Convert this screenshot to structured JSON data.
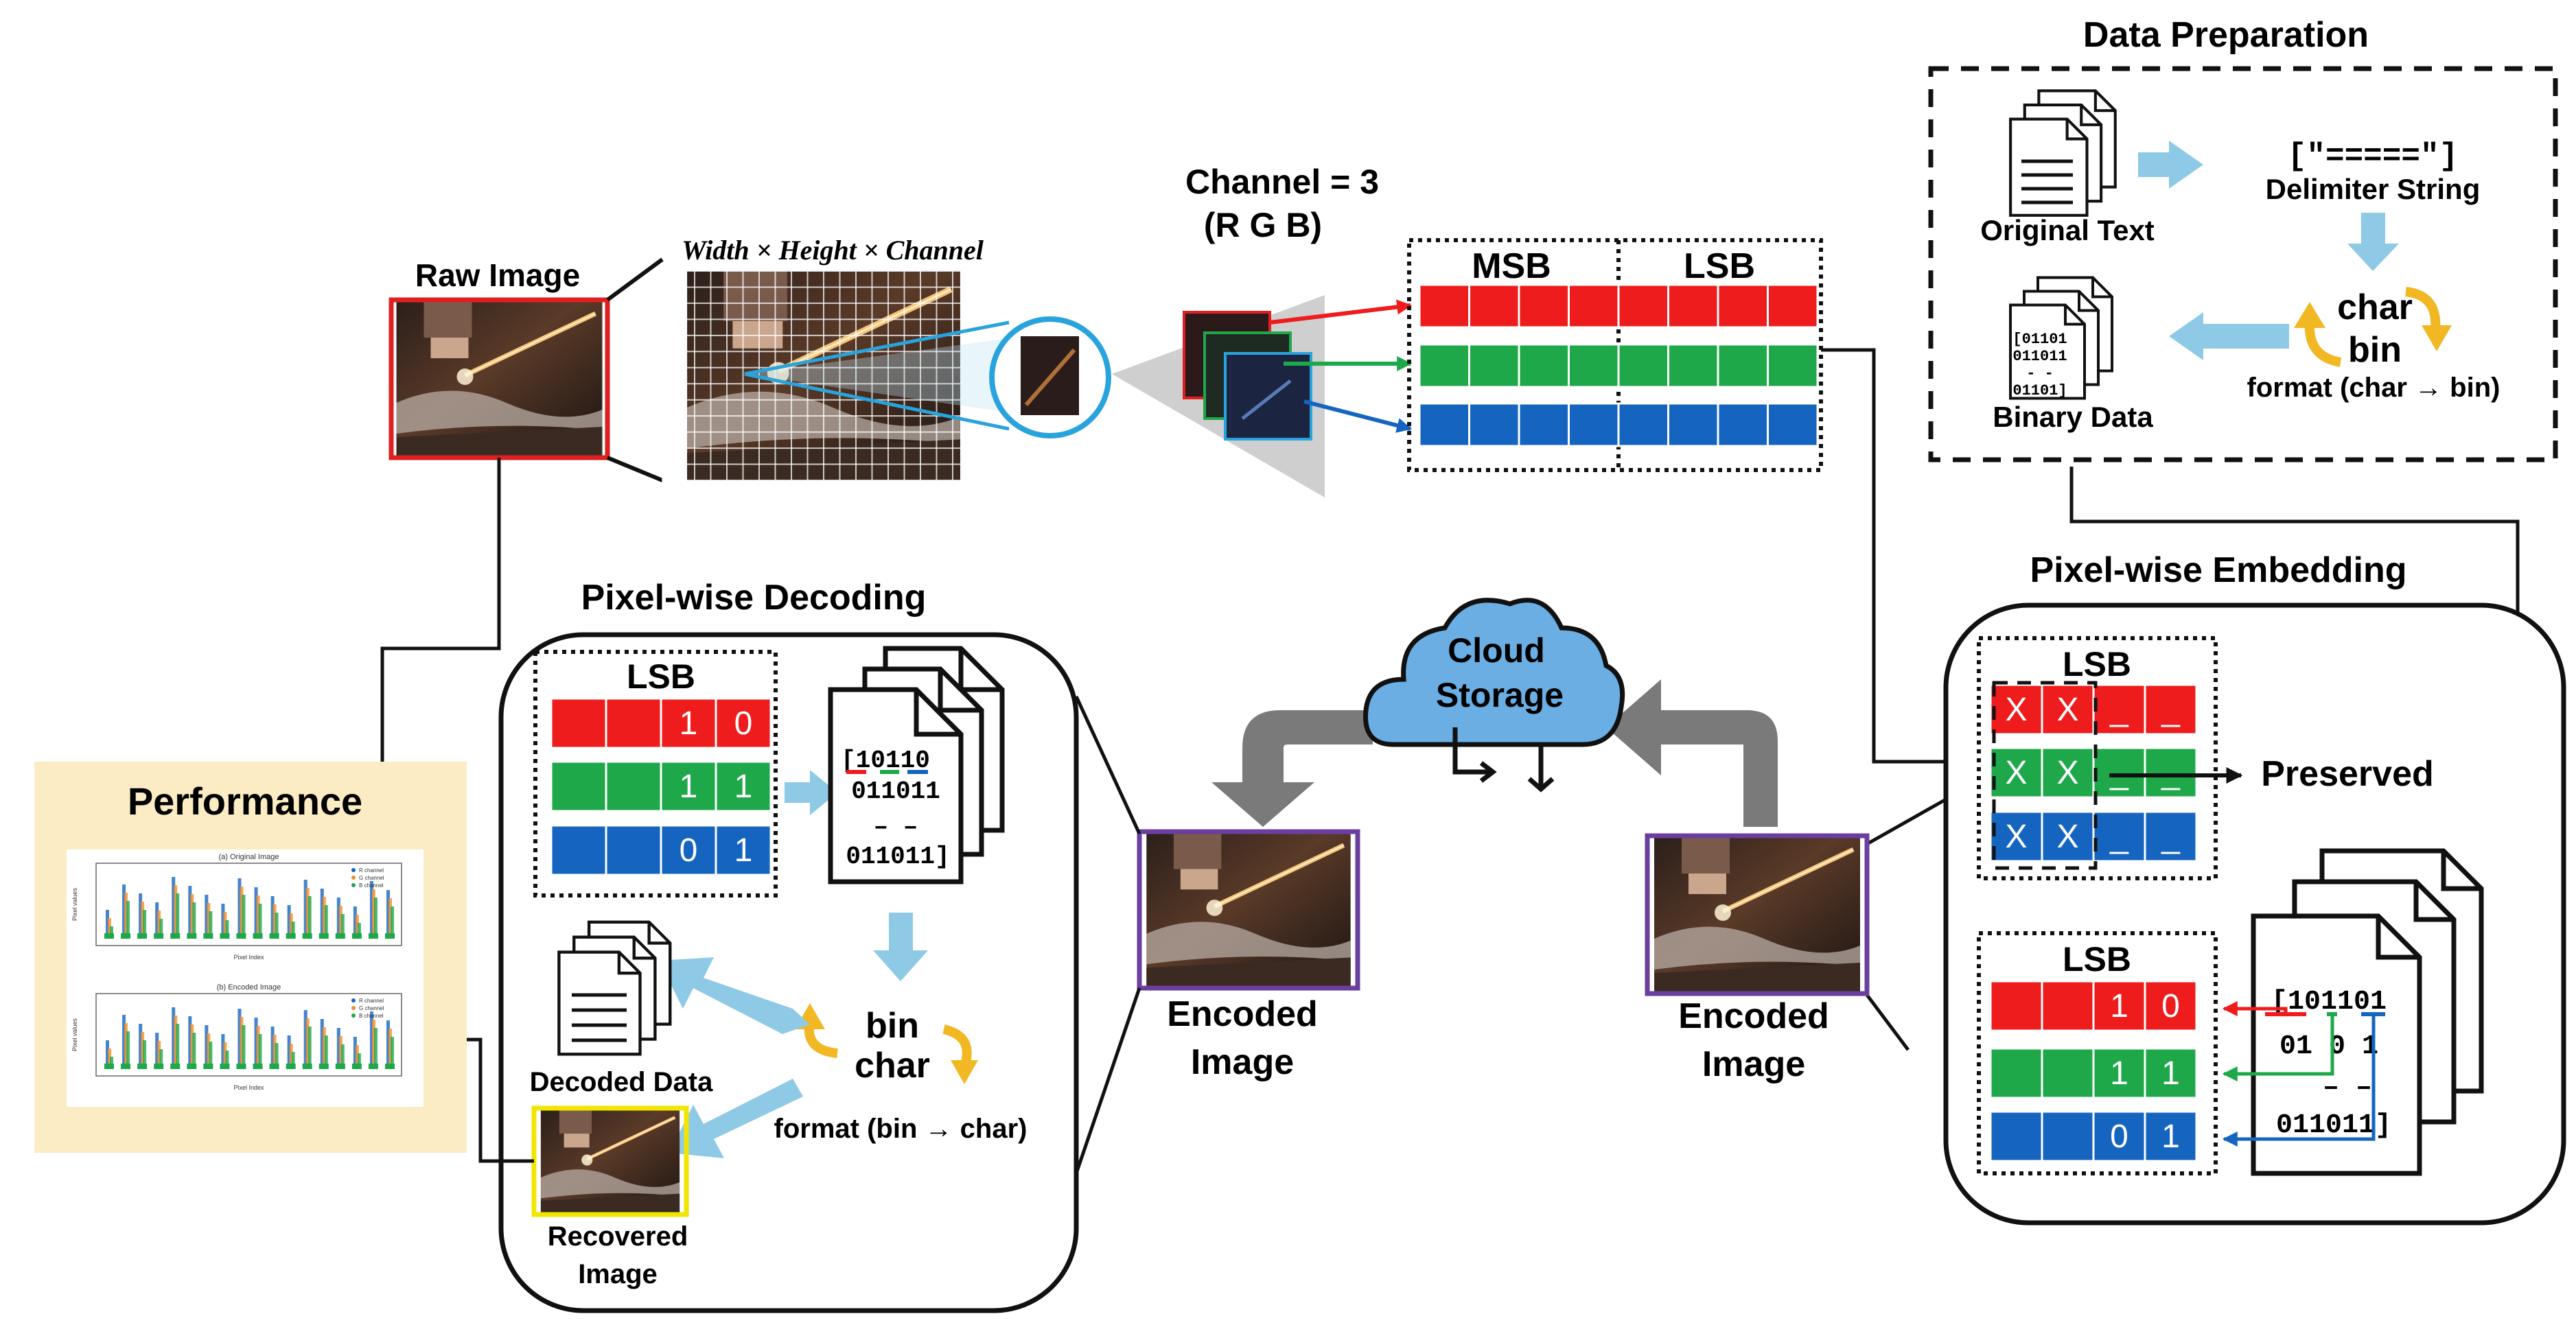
{
  "raw_image": {
    "label": "Raw Image",
    "dims": "Width × Height × Channel"
  },
  "channels": {
    "line1": "Channel = 3",
    "line2": "(R G B)"
  },
  "bit_planes": {
    "msb": "MSB",
    "lsb": "LSB"
  },
  "data_prep": {
    "title": "Data Preparation",
    "original_text": "Original Text",
    "delimiter_value": "[\"=====\"]",
    "delimiter_label": "Delimiter String",
    "char": "char",
    "bin": "bin",
    "format_label": "format (char → bin)",
    "binary_data": "Binary Data",
    "binary_doc_lines": [
      "[01101",
      "011011",
      "- -",
      "01101]"
    ]
  },
  "embedding": {
    "title": "Pixel-wise Embedding",
    "lsb_top": "LSB",
    "x_mark": "X",
    "underscore": "_",
    "preserved": "Preserved",
    "lsb_bottom": "LSB",
    "bits_r": [
      "1",
      "0"
    ],
    "bits_g": [
      "1",
      "1"
    ],
    "bits_b": [
      "0",
      "1"
    ],
    "doc_line1": "[101101",
    "doc_line2": "01 0 1",
    "doc_dash": "– –",
    "doc_line4": "011011]"
  },
  "cloud": {
    "line1": "Cloud",
    "line2": "Storage"
  },
  "encoded_left": {
    "line1": "Encoded",
    "line2": "Image"
  },
  "encoded_right": {
    "line1": "Encoded",
    "line2": "Image"
  },
  "decoding": {
    "title": "Pixel-wise Decoding",
    "lsb": "LSB",
    "bits_r": [
      "1",
      "0"
    ],
    "bits_g": [
      "1",
      "1"
    ],
    "bits_b": [
      "0",
      "1"
    ],
    "doc_line1": "[10110",
    "doc_line2": "011011",
    "doc_dash": "– –",
    "doc_line4": "011011]",
    "bin": "bin",
    "char": "char",
    "format_label": "format (bin → char)",
    "decoded_data": "Decoded Data",
    "recovered_line1": "Recovered",
    "recovered_line2": "Image"
  },
  "performance": {
    "title": "Performance",
    "plot1_title": "(a) Original Image",
    "plot2_title": "(b) Encoded Image",
    "legend": [
      "R channel",
      "G channel",
      "B channel"
    ],
    "xlabel": "Pixel Index",
    "ylabel": "Pixel values"
  },
  "colors": {
    "red": "#ee1c1c",
    "green": "#1ea84a",
    "blue": "#1565c0",
    "arrow_light": "#8ecae6",
    "cloud": "#6aaee3",
    "yellow": "#f2b824",
    "gray_arrow": "#7a7a7a",
    "perf_bg": "#fbecc4",
    "raw_border": "#e02020",
    "encoded_border": "#6b3fa0",
    "recovered_border": "#f2e600",
    "magnifier": "#29a3dc"
  }
}
